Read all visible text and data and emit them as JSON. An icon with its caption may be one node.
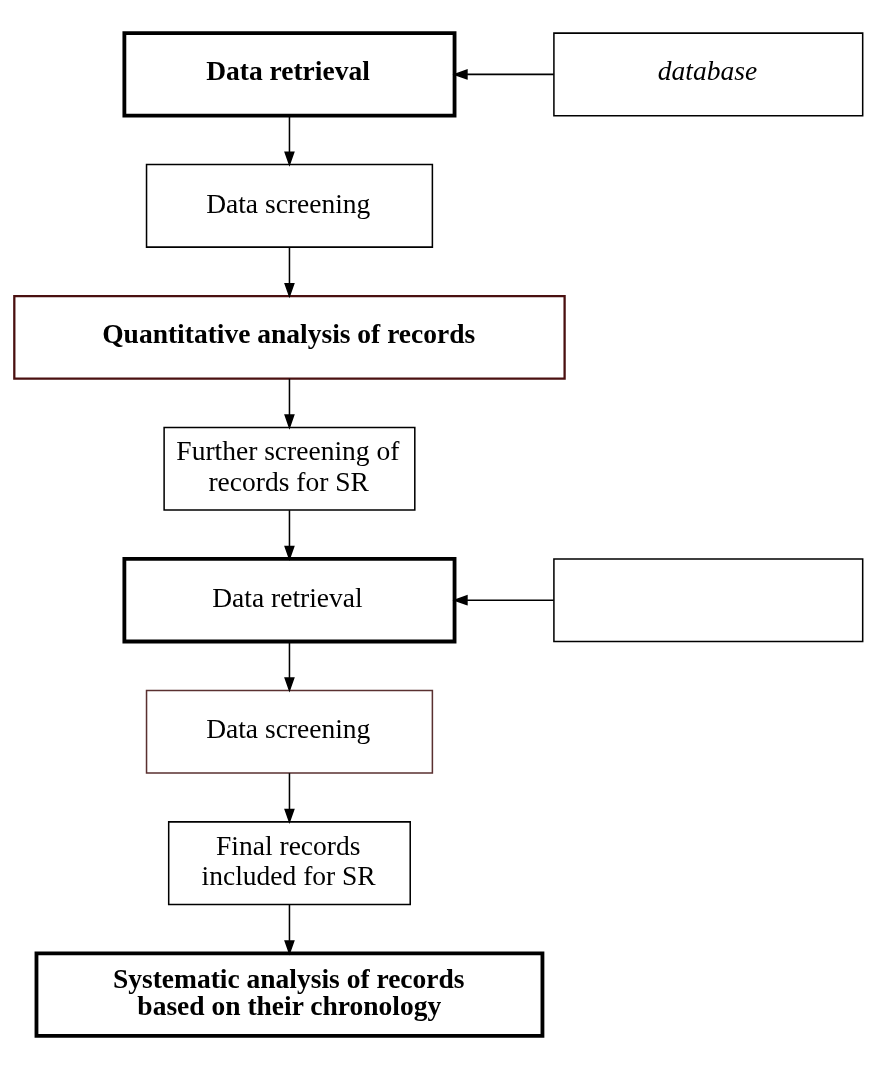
{
  "diagram": {
    "nodes": [
      {
        "text": [
          "Data retrieval"
        ]
      },
      {
        "text": [
          "database"
        ]
      },
      {
        "text": [
          "Data screening"
        ]
      },
      {
        "text": [
          "Quantitative analysis of records"
        ]
      },
      {
        "text": [
          "Further screening of records for SR"
        ]
      },
      {
        "text": [
          "Data retrieval"
        ]
      },
      {
        "text": [],
        "shape": "box"
      },
      {
        "text": [
          "Data screening"
        ]
      },
      {
        "text": [
          "Final records included for SR"
        ]
      },
      {
        "text": [
          "Systematic analysis of records based on their chronology"
        ]
      }
    ],
    "edges": [
      {
        "from": 1,
        "to": 0,
        "arrow": "to"
      },
      {
        "from": 0,
        "to": 2,
        "arrow": "to"
      },
      {
        "from": 2,
        "to": 3,
        "arrow": "to"
      },
      {
        "from": 3,
        "to": 4,
        "arrow": "to"
      },
      {
        "from": 4,
        "to": 5,
        "arrow": "to"
      },
      {
        "from": 6,
        "to": 5,
        "arrow": "to"
      },
      {
        "from": 5,
        "to": 7,
        "arrow": "to"
      },
      {
        "from": 7,
        "to": 8,
        "arrow": "to"
      },
      {
        "from": 8,
        "to": 9,
        "arrow": "to"
      }
    ]
  }
}
